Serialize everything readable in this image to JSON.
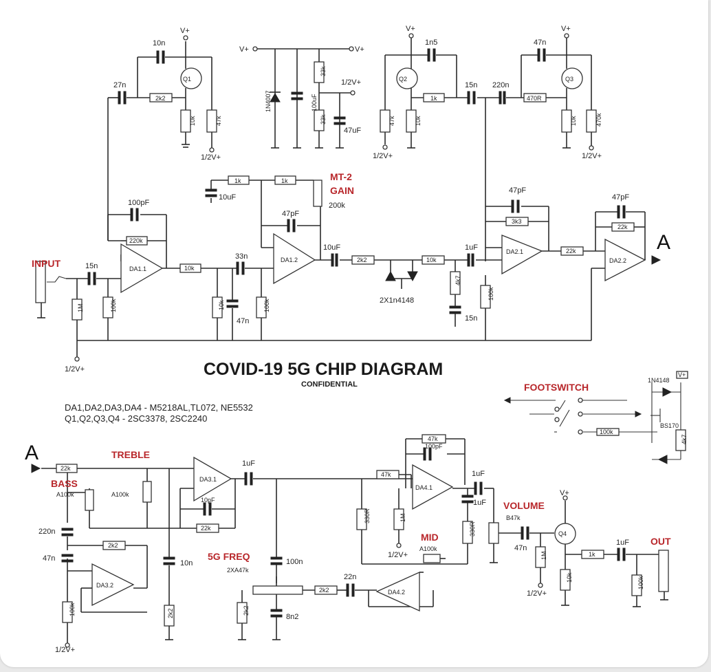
{
  "title": "COVID-19 5G CHIP DIAGRAM",
  "subtitle": "CONFIDENTIAL",
  "notes": [
    "DA1,DA2,DA3,DA4 - M5218AL,TL072, NE5532",
    "Q1,Q2,Q3,Q4 - 2SC3378, 2SC2240"
  ],
  "section_labels": {
    "input": "INPUT",
    "mt2": "MT-2",
    "gain": "GAIN",
    "footswitch": "FOOTSWITCH",
    "treble": "TREBLE",
    "bass": "BASS",
    "freq": "5G FREQ",
    "mid": "MID",
    "volume": "VOLUME",
    "out": "OUT"
  },
  "connector": "A",
  "supply": {
    "vplus": "V+",
    "half": "1/2V+"
  },
  "opamps": {
    "da11": "DA1.1",
    "da12": "DA1.2",
    "da21": "DA2.1",
    "da22": "DA2.2",
    "da31": "DA3.1",
    "da32": "DA3.2",
    "da41": "DA4.1",
    "da42": "DA4.2"
  },
  "transistors": {
    "q1": "Q1",
    "q2": "Q2",
    "q3": "Q3",
    "q4": "Q4"
  },
  "resistors": {
    "r_2k2_q1": "2k2",
    "r_10k_q1": "10k",
    "r_47k_q1": "47k",
    "r_33k_a": "33k",
    "r_33k_b": "33k",
    "r_47k_q2": "47k",
    "r_10k_q2": "10k",
    "r_1k_q2": "1k",
    "r_470r": "470R",
    "r_10k_q3": "10k",
    "r_470k_q3": "470k",
    "r_220k": "220k",
    "r_10k_da11": "10k",
    "r_1m_in": "1M",
    "r_100k_in": "100k",
    "r_1k_gain1": "1k",
    "r_1k_gain2": "1k",
    "pot_gain": "200k",
    "r_10k_mid": "10k",
    "r_100k_mid": "100k",
    "r_2k2_clip": "2k2",
    "r_10k_clip": "10k",
    "r_4k7": "4k7",
    "r_3k3": "3k3",
    "r_100k_da21": "100k",
    "r_22k_a": "22k",
    "r_22k_b": "22k",
    "r_22k_in2": "22k",
    "pot_bass": "A100k",
    "pot_treble": "A100k",
    "r_22k_tone": "22k",
    "r_2k2_bass": "2k2",
    "r_100k_da32": "100k",
    "r_2k2_treb": "2k2",
    "r_47k_da41a": "47k",
    "r_47k_da41b": "47k",
    "r_1m_da41": "1M",
    "r_330r_a": "330R",
    "r_330r_b": "330R",
    "pot_mid": "A100k",
    "pot_freq": "2XA47k",
    "r_2k2_freq_a": "2k2",
    "r_2k2_freq_b": "2k2",
    "pot_vol": "B47k",
    "r_1m_q4": "1M",
    "r_10k_q4": "10k",
    "r_1k_out": "1k",
    "r_100k_out": "100k",
    "r_fs1": "100k",
    "r_fs2": "4k7"
  },
  "capacitors": {
    "c_10n_q1": "10n",
    "c_27n": "27n",
    "c_100uf": "100uF",
    "c_47uf": "47uF",
    "c_1n5": "1n5",
    "c_15n_q2": "15n",
    "c_220n": "220n",
    "c_47n_q3": "47n",
    "c_10uf_gain": "10uF",
    "c_100pf": "100pF",
    "c_15n_in": "15n",
    "c_33n": "33n",
    "c_47n_mid": "47n",
    "c_47pf_da12": "47pF",
    "c_10uf_out": "10uF",
    "c_1uf_da21": "1uF",
    "c_15n_clip": "15n",
    "c_47pf_da21": "47pF",
    "c_47pf_da22": "47pF",
    "c_1uf_da31": "1uF",
    "c_10pf": "10pF",
    "c_220n_bass": "220n",
    "c_47n_bass": "47n",
    "c_10n_treb": "10n",
    "c_100pf_da41": "100pF",
    "c_1uf_da41a": "1uF",
    "c_1uf_da41b": "1uF",
    "c_100n": "100n",
    "c_8n2": "8n2",
    "c_22n": "22n",
    "c_47n_vol": "47n",
    "c_1uf_out": "1uF"
  },
  "diodes": {
    "d_1n4007": "1N4007",
    "d_clip": "2X1n4148",
    "d_fs": "1N4148",
    "q_fs": "BS170"
  }
}
